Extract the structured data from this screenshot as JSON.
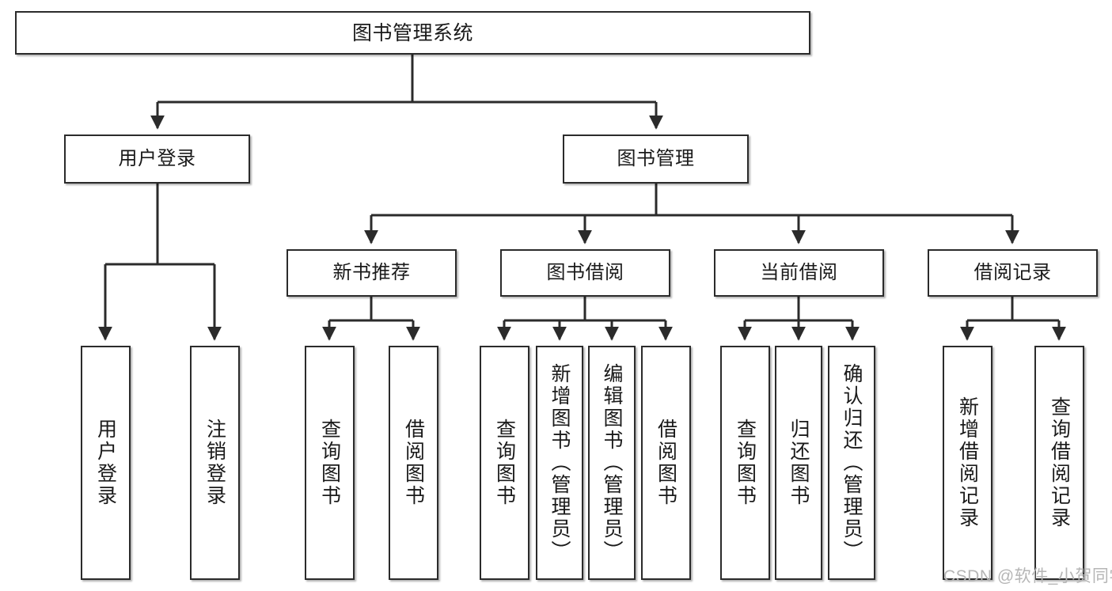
{
  "diagram": {
    "title": "图书管理系统",
    "type": "hierarchy-tree",
    "root": {
      "id": "root",
      "label": "图书管理系统",
      "orientation": "horizontal"
    },
    "level2": [
      {
        "id": "user-login",
        "label": "用户登录",
        "orientation": "horizontal"
      },
      {
        "id": "book-management",
        "label": "图书管理",
        "orientation": "horizontal"
      }
    ],
    "level3": [
      {
        "id": "new-book-recommend",
        "label": "新书推荐",
        "orientation": "horizontal",
        "parent": "book-management"
      },
      {
        "id": "book-borrow",
        "label": "图书借阅",
        "orientation": "horizontal",
        "parent": "book-management"
      },
      {
        "id": "current-borrow",
        "label": "当前借阅",
        "orientation": "horizontal",
        "parent": "book-management"
      },
      {
        "id": "borrow-record",
        "label": "借阅记录",
        "orientation": "horizontal",
        "parent": "book-management"
      }
    ],
    "leaves": [
      {
        "id": "leaf-user-login",
        "label": "用户登录",
        "parent": "user-login"
      },
      {
        "id": "leaf-logout-login",
        "label": "注销登录",
        "parent": "user-login"
      },
      {
        "id": "leaf-query-book-1",
        "label": "查询图书",
        "parent": "new-book-recommend"
      },
      {
        "id": "leaf-borrow-book-1",
        "label": "借阅图书",
        "parent": "new-book-recommend"
      },
      {
        "id": "leaf-query-book-2",
        "label": "查询图书",
        "parent": "book-borrow"
      },
      {
        "id": "leaf-add-book",
        "label": "新增图书（管理员）",
        "parent": "book-borrow"
      },
      {
        "id": "leaf-edit-book",
        "label": "编辑图书（管理员）",
        "parent": "book-borrow"
      },
      {
        "id": "leaf-borrow-book-2",
        "label": "借阅图书",
        "parent": "book-borrow"
      },
      {
        "id": "leaf-query-book-3",
        "label": "查询图书",
        "parent": "current-borrow"
      },
      {
        "id": "leaf-return-book",
        "label": "归还图书",
        "parent": "current-borrow"
      },
      {
        "id": "leaf-confirm-return",
        "label": "确认归还（管理员）",
        "parent": "current-borrow"
      },
      {
        "id": "leaf-add-borrow-record",
        "label": "新增借阅记录",
        "parent": "borrow-record"
      },
      {
        "id": "leaf-query-borrow-record",
        "label": "查询借阅记录",
        "parent": "borrow-record"
      }
    ],
    "colors": {
      "box_border": "#2b2b2b",
      "box_fill": "#ffffff",
      "connector": "#2b2b2b",
      "text": "#1a1a1a",
      "watermark": "#b6b6b6"
    }
  },
  "watermark": {
    "text": "CSDN @软件_小贺同学"
  }
}
